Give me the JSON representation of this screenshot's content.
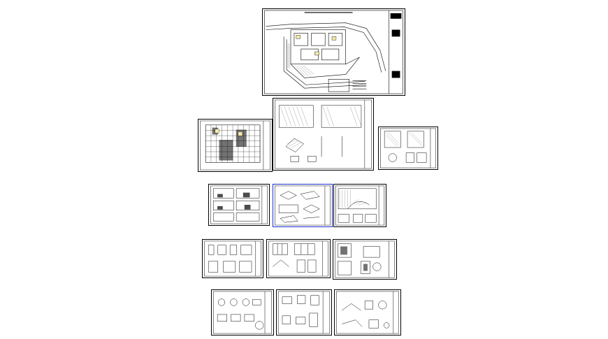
{
  "drawing": {
    "background": "#ffffff",
    "line_color": "#000000",
    "selection_color": "#1a2fd0",
    "sheets": [
      {
        "id": "site-plan",
        "title": ""
      },
      {
        "id": "floor-grid-plan",
        "title": ""
      },
      {
        "id": "elevation-details",
        "title": ""
      },
      {
        "id": "wall-details",
        "title": ""
      },
      {
        "id": "room-elevations-a",
        "title": ""
      },
      {
        "id": "floor-slab-details",
        "title": ""
      },
      {
        "id": "roof-section-details",
        "title": ""
      },
      {
        "id": "door-window-a",
        "title": ""
      },
      {
        "id": "door-window-b",
        "title": ""
      },
      {
        "id": "section-details",
        "title": ""
      },
      {
        "id": "misc-details-a",
        "title": ""
      },
      {
        "id": "misc-details-b",
        "title": ""
      },
      {
        "id": "misc-details-c",
        "title": ""
      }
    ]
  }
}
